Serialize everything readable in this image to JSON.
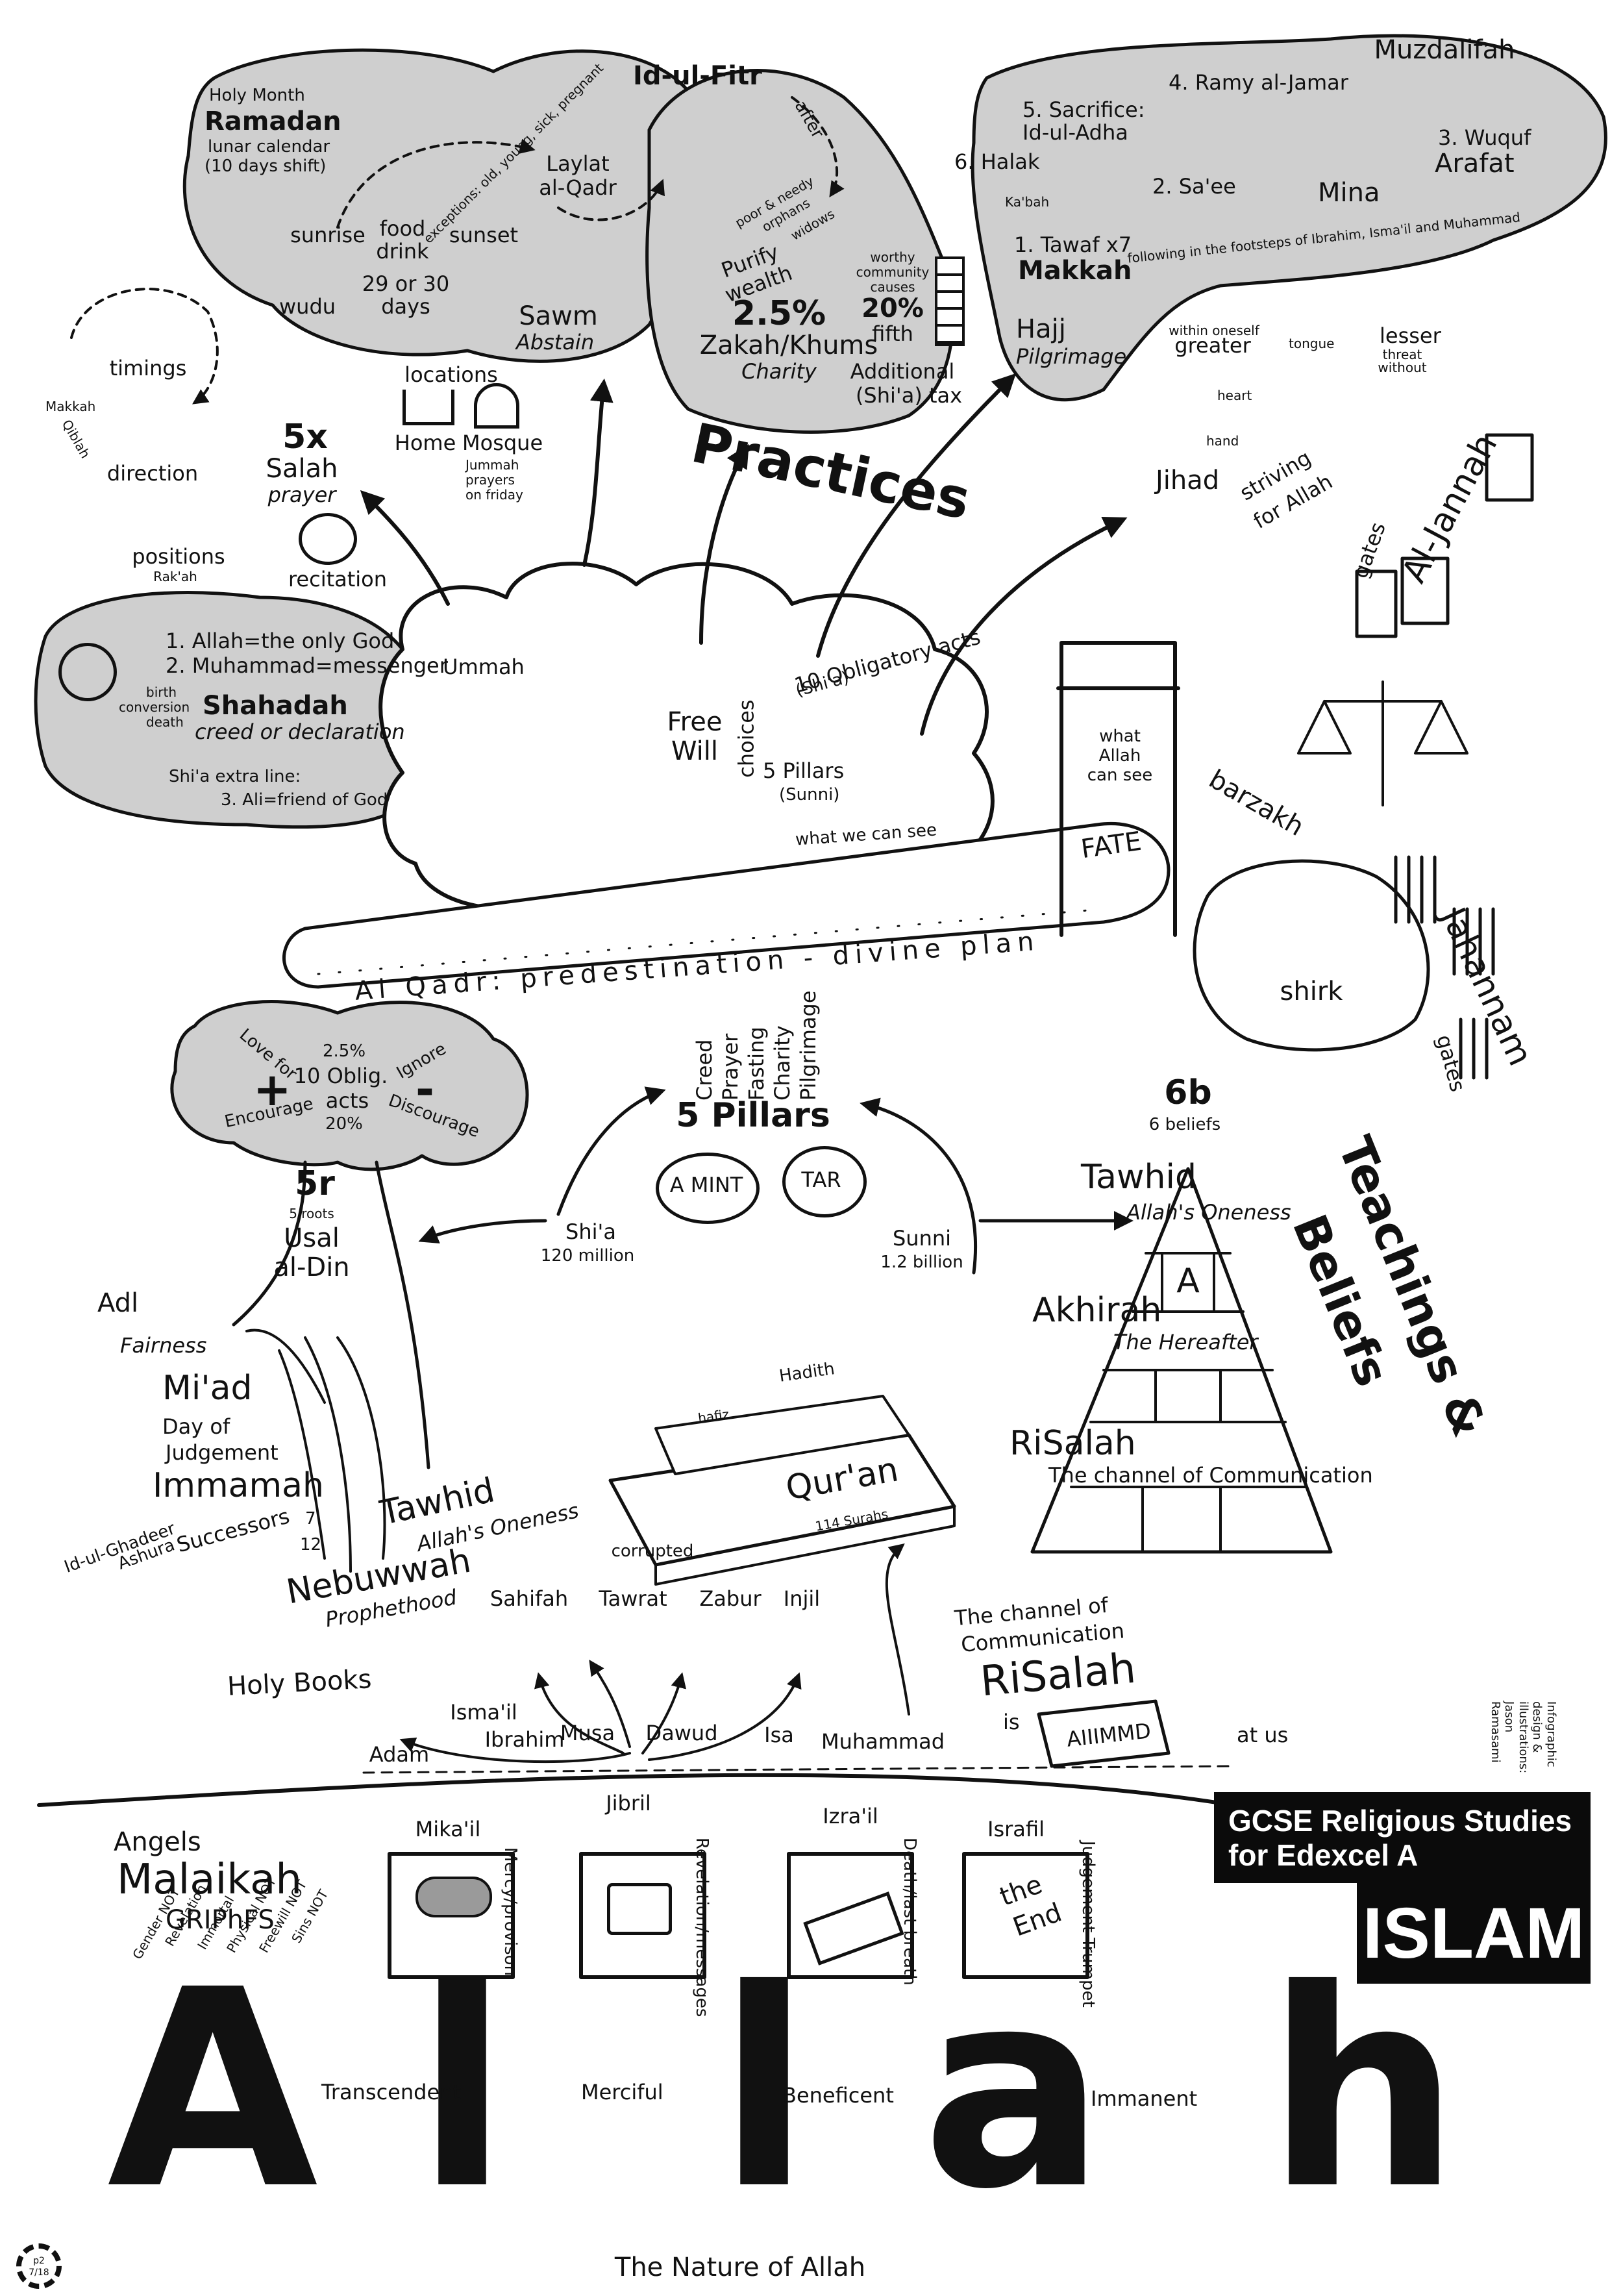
{
  "badge": {
    "line1": "GCSE Religious Studies",
    "line2": "for Edexcel A",
    "subject": "ISLAM"
  },
  "credits": "Infographic design & illustrations: Jason Ramasami",
  "page_ref": {
    "code": "p2",
    "num": "7/18"
  },
  "practices": {
    "title": "Practices",
    "ramadan": {
      "holy_month": "Holy Month",
      "title": "Ramadan",
      "lunar": "lunar calendar",
      "shift": "(10 days shift)",
      "exceptions": "exceptions: old, young, sick, pregnant",
      "sunrise": "sunrise",
      "food": "food",
      "drink": "drink",
      "sunset": "sunset",
      "days": "29 or 30",
      "days_word": "days",
      "laylat": "Laylat",
      "alqadr": "al-Qadr",
      "sawm": "Sawm",
      "abstain": "Abstain",
      "wudu": "wudu"
    },
    "id_ul_fitr": "Id-ul-Fitr",
    "after": "after",
    "zakah": {
      "poor": "poor & needy",
      "orphans": "orphans",
      "widows": "widows",
      "purify": "Purify",
      "wealth": "wealth",
      "percent": "2.5%",
      "title": "Zakah/Khums",
      "charity": "Charity",
      "worthy": "worthy",
      "community": "community",
      "causes": "causes",
      "twenty": "20%",
      "fifth": "fifth",
      "additional": "Additional",
      "shia_tax": "(Shi'a) tax"
    },
    "hajj": {
      "muzdalifah": "Muzdalifah",
      "ramy": "4. Ramy al-Jamar",
      "sacrifice": "5. Sacrifice:",
      "id_ul_adha": "Id-ul-Adha",
      "halak": "6. Halak",
      "wuquf": "3. Wuquf",
      "arafat": "Arafat",
      "kabah": "Ka'bah",
      "saee": "2. Sa'ee",
      "mina": "Mina",
      "tawaf": "1. Tawaf x7",
      "makkah": "Makkah",
      "footsteps": "following in the footsteps of Ibrahim, Isma'il and Muhammad",
      "title": "Hajj",
      "pilgrimage": "Pilgrimage"
    },
    "jihad": {
      "within": "within oneself",
      "greater": "greater",
      "tongue": "tongue",
      "lesser": "lesser",
      "threat": "threat",
      "without": "without",
      "heart": "heart",
      "hand": "hand",
      "title": "Jihad",
      "striving": "striving",
      "for_allah": "for Allah"
    },
    "salah": {
      "timings": "timings",
      "makkah": "Makkah",
      "qiblah": "Qiblah",
      "direction": "direction",
      "positions": "positions",
      "rakah": "Rak'ah",
      "five": "5x",
      "title": "Salah",
      "prayer": "prayer",
      "recitation": "recitation",
      "locations": "locations",
      "home": "Home",
      "mosque": "Mosque",
      "jummah1": "Jummah",
      "jummah2": "prayers",
      "jummah3": "on friday"
    },
    "shahadah": {
      "line1": "1. Allah=the only God",
      "line2": "2. Muhammad=messenger",
      "birth": "birth",
      "conversion": "conversion",
      "death": "death",
      "title": "Shahadah",
      "creed": "creed or declaration",
      "shia_extra": "Shi'a extra line:",
      "line3": "3. Ali=friend of God"
    },
    "cloud": {
      "ummah": "Ummah",
      "free": "Free",
      "will": "Will",
      "choices": "choices",
      "shia": "(Shi'a)",
      "ten_acts": "10 Obligatory acts",
      "five_pillars": "5 Pillars",
      "sunni": "(Sunni)",
      "what_we_see": "what we can see"
    }
  },
  "fate": {
    "what": "what",
    "allah": "Allah",
    "can_see": "can see",
    "fate": "FATE",
    "barzakh": "barzakh",
    "conveyor": "Al Qadr: predestination - divine plan",
    "gates_top": "gates",
    "jannah": "Al-Jannah",
    "shirk": "shirk",
    "jahannam": "Jahannam",
    "gates_bottom": "gates"
  },
  "teachings": {
    "title": "Teachings &",
    "title2": "Beliefs",
    "tree": {
      "love": "Love for",
      "ignore": "Ignore",
      "pct1": "2.5%",
      "oblig": "10 Oblig.",
      "acts": "acts",
      "pct2": "20%",
      "encourage": "Encourage",
      "discourage": "Discourage",
      "plus": "+",
      "minus": "-",
      "five_r": "5r",
      "roots": "5 roots",
      "usal": "Usal",
      "aldin": "al-Din",
      "adl": "Adl",
      "fairness": "Fairness",
      "miad": "Mi'ad",
      "day_of": "Day of",
      "judgement": "Judgement",
      "immamah": "Immamah",
      "successors": "Successors",
      "seven": "7",
      "twelve": "12",
      "ghadeer": "Id-ul-Ghadeer",
      "ashura": "Ashura",
      "nebuwwah": "Nebuwwah",
      "prophethood": "Prophethood",
      "tawhid": "Tawhid",
      "oneness": "Allah's Oneness"
    },
    "pillars": {
      "creed": "Creed",
      "prayer": "Prayer",
      "fasting": "Fasting",
      "charity": "Charity",
      "pilgrimage": "Pilgrimage",
      "title": "5 Pillars",
      "amint": "A MINT",
      "tar": "TAR",
      "shia": "Shi'a",
      "shia_count": "120 million",
      "sunni": "Sunni",
      "sunni_count": "1.2 billion",
      "hadith": "Hadith",
      "hafiz": "hafiz",
      "quran": "Qur'an",
      "surahs": "114 Surahs"
    },
    "pyramid": {
      "six_b": "6b",
      "six_beliefs": "6 beliefs",
      "tawhid": "Tawhid",
      "oneness": "Allah's Oneness",
      "a": "A",
      "akhirah": "Akhirah",
      "hereafter": "The Hereafter",
      "risalah": "RiSalah",
      "channel": "The channel of Communication"
    }
  },
  "holy_books": {
    "title": "Holy Books",
    "corrupted": "corrupted",
    "sahifah": "Sahifah",
    "tawrat": "Tawrat",
    "zabur": "Zabur",
    "injil": "Injil",
    "adam": "Adam",
    "ismail": "Isma'il",
    "ibrahim": "Ibrahim",
    "musa": "Musa",
    "dawud": "Dawud",
    "isa": "Isa",
    "muhammad": "Muhammad",
    "channel1": "The channel of",
    "channel2": "Communication",
    "risalah": "RiSalah",
    "is": "is",
    "aiiimmd": "AIIIMMD",
    "at_us": "at us"
  },
  "angels": {
    "angels": "Angels",
    "malaikah": "Malaikah",
    "griphfs": "GRIPhFS",
    "gender": "Gender NOT",
    "revelation": "Revelation",
    "immortal": "Immortal",
    "physical": "Physical NOT",
    "freewill": "Freewill NOT",
    "sins": "Sins NOT",
    "jibril": "Jibril",
    "mikail": "Mika'il",
    "mercy": "Mercy/provison",
    "revmsg": "Revelation/messages",
    "izrail": "Izra'il",
    "death": "Death/last breath",
    "israfil": "Israfil",
    "trumpet": "Judgement Trumpet",
    "the": "the",
    "end": "End"
  },
  "allah": {
    "letters": [
      "A",
      "l",
      "l",
      "a",
      "h"
    ],
    "transcendent": "Transcendent",
    "merciful": "Merciful",
    "beneficent": "Beneficent",
    "immanent": "Immanent",
    "nature": "The Nature of Allah"
  }
}
